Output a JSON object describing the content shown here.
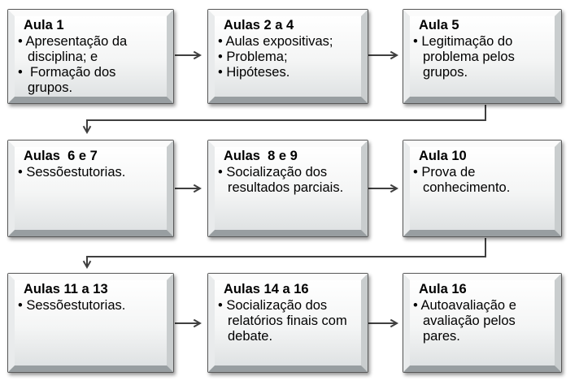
{
  "diagram": {
    "type": "flowchart",
    "boxes": [
      {
        "id": "aula-1",
        "title": "Aula 1",
        "bullets": [
          "• Apresentação da disciplina; e",
          "•  Formação dos grupos."
        ]
      },
      {
        "id": "aulas-2-a-4",
        "title": "Aulas 2 a 4",
        "bullets": [
          "• Aulas expositivas;",
          "• Problema;",
          "• Hipóteses."
        ]
      },
      {
        "id": "aula-5",
        "title": "Aula 5",
        "bullets": [
          "• Legitimação do problema pelos grupos."
        ]
      },
      {
        "id": "aulas-6-e-7",
        "title": "Aulas  6 e 7",
        "bullets": [
          "• Sessõestutorias."
        ]
      },
      {
        "id": "aulas-8-e-9",
        "title": "Aulas  8 e 9",
        "bullets": [
          "• Socialização dos resultados parciais."
        ]
      },
      {
        "id": "aula-10",
        "title": "Aula 10",
        "bullets": [
          "• Prova de conhecimento."
        ]
      },
      {
        "id": "aulas-11-a-13",
        "title": "Aulas 11 a 13",
        "bullets": [
          "• Sessõestutorias."
        ]
      },
      {
        "id": "aulas-14-a-16",
        "title": "Aulas 14 a 16",
        "bullets": [
          "• Socialização dos relatórios finais com debate."
        ]
      },
      {
        "id": "aula-16",
        "title": "Aula 16",
        "bullets": [
          "• Autoavaliação e avaliação pelos pares."
        ]
      }
    ],
    "connectors": [
      {
        "from": "aula-1",
        "to": "aulas-2-a-4",
        "type": "straight-right"
      },
      {
        "from": "aulas-2-a-4",
        "to": "aula-5",
        "type": "straight-right"
      },
      {
        "from": "aula-5",
        "to": "aulas-6-e-7",
        "type": "elbow-down-left-down"
      },
      {
        "from": "aulas-6-e-7",
        "to": "aulas-8-e-9",
        "type": "straight-right"
      },
      {
        "from": "aulas-8-e-9",
        "to": "aula-10",
        "type": "straight-right"
      },
      {
        "from": "aula-10",
        "to": "aulas-11-a-13",
        "type": "elbow-down-left-down"
      },
      {
        "from": "aulas-11-a-13",
        "to": "aulas-14-a-16",
        "type": "straight-right"
      },
      {
        "from": "aulas-14-a-16",
        "to": "aula-16",
        "type": "straight-right"
      }
    ],
    "colors": {
      "line": "#3f3f3f",
      "box-border": "#595959",
      "text": "#000000",
      "bevel-top": "#fbfbfb",
      "bevel-right": "#c9cdce",
      "bevel-bottom": "#989ea1",
      "bevel-left": "#e9ebec",
      "background": "#ffffff"
    }
  }
}
